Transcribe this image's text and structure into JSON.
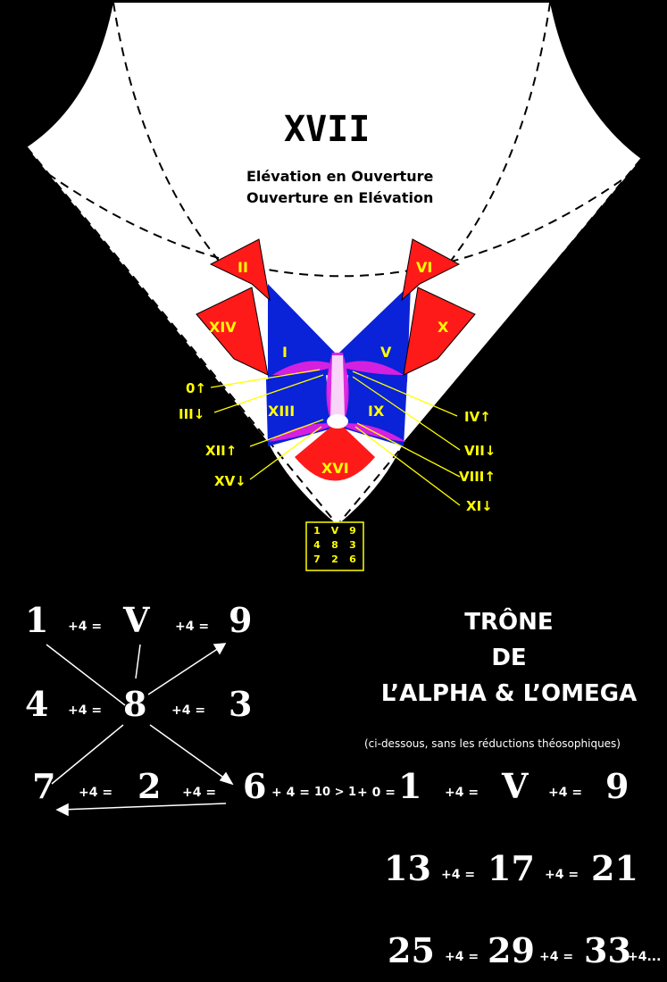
{
  "top": {
    "numeral": "XVII",
    "line1": "Elévation en Ouverture",
    "line2": "Ouverture en Elévation"
  },
  "panels": {
    "ii": "II",
    "vi": "VI",
    "xiv": "XIV",
    "x": "X",
    "i": "I",
    "v": "V",
    "xiii": "XIII",
    "ix": "IX",
    "xvi": "XVI"
  },
  "pointers": {
    "p0": "0↑",
    "p3": "III↓",
    "p12": "XII↑",
    "p15": "XV↓",
    "p4": "IV↑",
    "p7": "VII↓",
    "p8": "VIII↑",
    "p11": "XI↓"
  },
  "grid": [
    [
      "1",
      "V",
      "9"
    ],
    [
      "4",
      "8",
      "3"
    ],
    [
      "7",
      "2",
      "6"
    ]
  ],
  "op": "+4 =",
  "left_square": {
    "r1": [
      "1",
      "V",
      "9"
    ],
    "r2": [
      "4",
      "8",
      "3"
    ],
    "r3": [
      "7",
      "2",
      "6"
    ]
  },
  "reduction": {
    "step1": "+ 4 =",
    "mid": "10 > 1",
    "step2": "+ 0 ="
  },
  "title": {
    "l1": "TRÔNE",
    "l2": "DE",
    "l3": "L’ALPHA & L’OMEGA"
  },
  "note": "(ci-dessous, sans les réductions théosophiques)",
  "rows": {
    "a": [
      "1",
      "V",
      "9"
    ],
    "b": [
      "13",
      "17",
      "21"
    ],
    "c": [
      "25",
      "29",
      "33"
    ],
    "c_tail": "+4..."
  },
  "colors": {
    "red": "#ff1a1a",
    "blue": "#0a22d8",
    "yellow": "#ffff00",
    "magenta": "#e020e0"
  }
}
